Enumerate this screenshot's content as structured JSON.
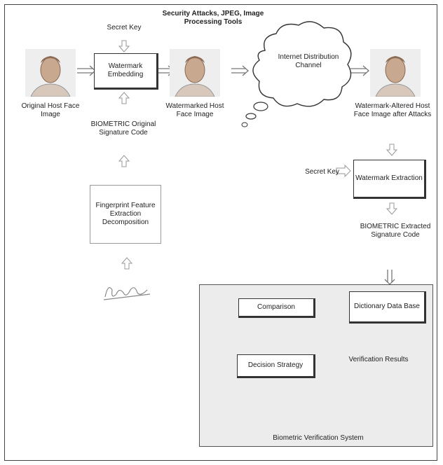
{
  "diagram": {
    "labels": {
      "secret_key_top": "Secret Key",
      "attack_note": "Security Attacks, JPEG, Image Processing Tools",
      "original_face": "Original Host Face Image",
      "watermarked_face": "Watermarked Host Face Image",
      "attacked_face": "Watermark-Altered Host Face Image after Attacks",
      "biometric_code": "BIOMETRIC Original Signature Code",
      "extracted_code": "BIOMETRIC Extracted Signature Code",
      "secret_key_mid": "Secret Key",
      "verification_result": "Verification Results",
      "panel_title": "Biometric Verification System",
      "signature_image": "signature"
    },
    "boxes": {
      "embedding": "Watermark Embedding",
      "channel": "Internet Distribution Channel",
      "extraction": "Watermark Extraction",
      "feature": "Fingerprint Feature Extraction Decomposition",
      "comparison": "Comparison",
      "dictionary": "Dictionary Data Base",
      "decision": "Decision Strategy"
    }
  },
  "colors": {
    "panel_bg": "#ececec",
    "box_border": "#333333"
  }
}
